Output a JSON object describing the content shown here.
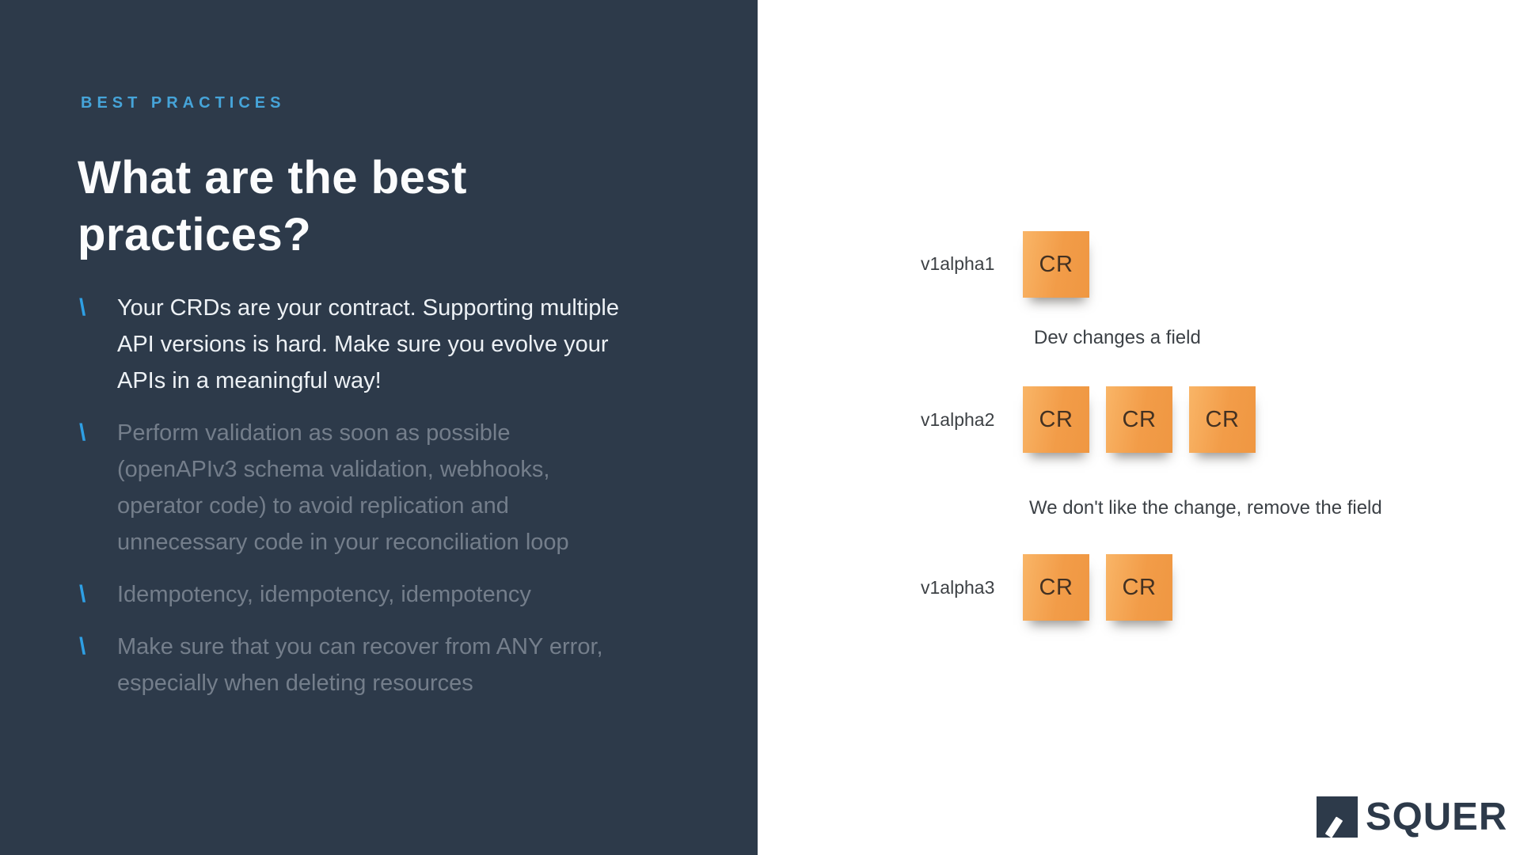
{
  "slide": {
    "eyebrow": "BEST PRACTICES",
    "title": "What are the best practices?",
    "bullets": [
      {
        "marker": "\\",
        "emphasis": "active",
        "text": "Your CRDs are your contract. Supporting multiple API versions is hard. Make sure you evolve your APIs in a meaningful way!"
      },
      {
        "marker": "\\",
        "emphasis": "dim",
        "text": "Perform validation as soon as possible (openAPIv3 schema validation, webhooks, operator code) to avoid replication and unnecessary code in your reconciliation loop"
      },
      {
        "marker": "\\",
        "emphasis": "dim",
        "text": "Idempotency, idempotency, idempotency"
      },
      {
        "marker": "\\",
        "emphasis": "dim",
        "text": "Make sure that you can recover from ANY error, especially when deleting resources"
      }
    ]
  },
  "diagram": {
    "rows": [
      {
        "label": "v1alpha1",
        "note_text": "CR",
        "note_count": 1,
        "caption": "Dev changes a field"
      },
      {
        "label": "v1alpha2",
        "note_text": "CR",
        "note_count": 3,
        "caption": "We don't like the change, remove the field"
      },
      {
        "label": "v1alpha3",
        "note_text": "CR",
        "note_count": 2,
        "caption": ""
      }
    ]
  },
  "logo": {
    "wordmark": "SQUER"
  },
  "colors": {
    "panel_background": "#2d3a4a",
    "accent_blue": "#2e9fe4",
    "eyebrow_blue": "#46a4d9",
    "active_text": "#edf1f5",
    "dim_text": "#747e8b",
    "note_orange": "#f29c48",
    "diagram_text": "#3c4146",
    "logo_navy": "#2d3a4a"
  }
}
